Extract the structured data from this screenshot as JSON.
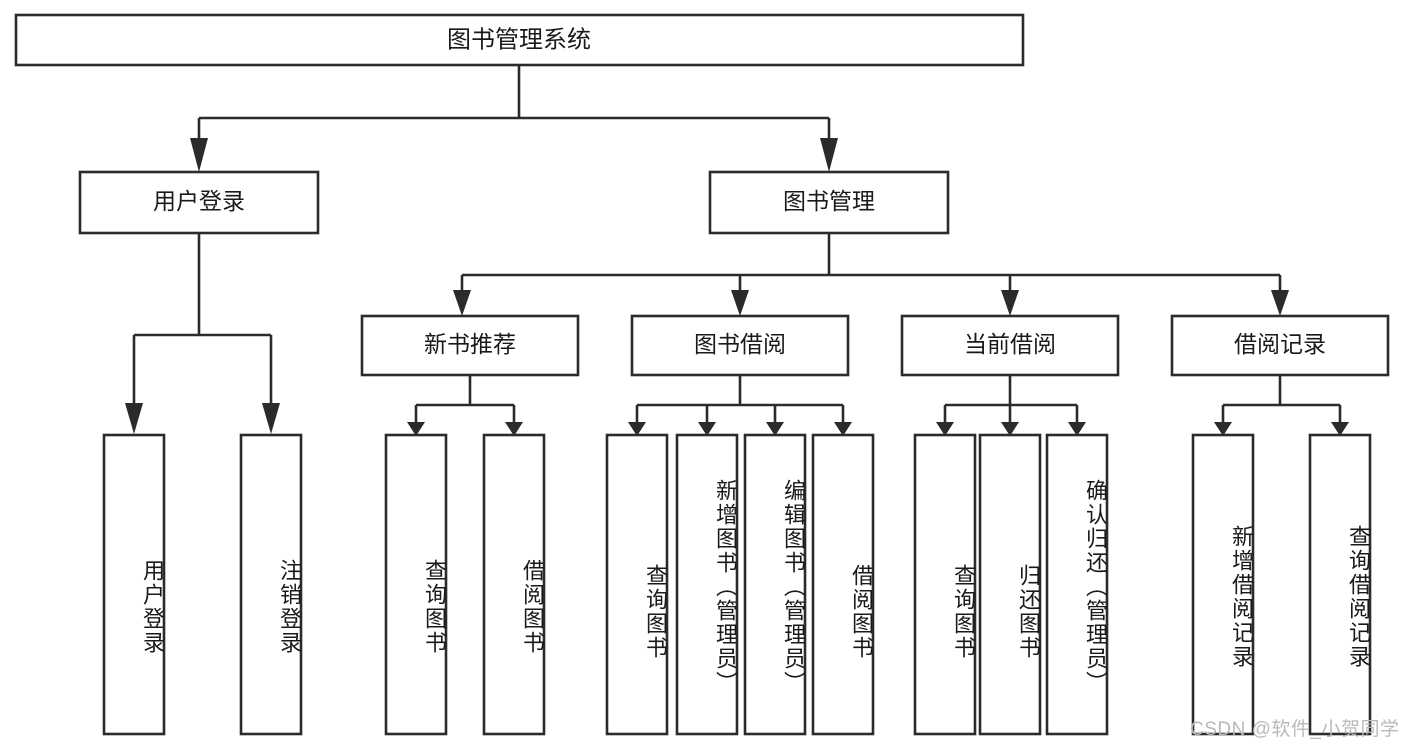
{
  "diagram": {
    "title": "图书管理系统",
    "type": "tree",
    "orientation": "top-down",
    "colors": {
      "stroke": "#2b2b2b",
      "box_fill": "#ffffff",
      "text": "#1a1a1a",
      "background": "#ffffff",
      "watermark": "#b9b9b9"
    },
    "root": {
      "label": "图书管理系统",
      "name": "node-root"
    },
    "level1": [
      {
        "label": "用户登录",
        "name": "node-user-login"
      },
      {
        "label": "图书管理",
        "name": "node-book-management"
      }
    ],
    "level2": [
      {
        "label": "新书推荐",
        "name": "node-new-book-recommend"
      },
      {
        "label": "图书借阅",
        "name": "node-book-borrow"
      },
      {
        "label": "当前借阅",
        "name": "node-current-borrow"
      },
      {
        "label": "借阅记录",
        "name": "node-borrow-record"
      }
    ],
    "leaves": {
      "user_login": [
        {
          "label": "用户登录",
          "name": "leaf-user-login"
        },
        {
          "label": "注销登录",
          "name": "leaf-logout"
        }
      ],
      "new_book_recommend": [
        {
          "label": "查询图书",
          "name": "leaf-query-book-1"
        },
        {
          "label": "借阅图书",
          "name": "leaf-borrow-book-1"
        }
      ],
      "book_borrow": [
        {
          "label": "查询图书",
          "name": "leaf-query-book-2"
        },
        {
          "label": "新增图书（管理员）",
          "name": "leaf-add-book-admin"
        },
        {
          "label": "编辑图书（管理员）",
          "name": "leaf-edit-book-admin"
        },
        {
          "label": "借阅图书",
          "name": "leaf-borrow-book-2"
        }
      ],
      "current_borrow": [
        {
          "label": "查询图书",
          "name": "leaf-query-book-3"
        },
        {
          "label": "归还图书",
          "name": "leaf-return-book"
        },
        {
          "label": "确认归还（管理员）",
          "name": "leaf-confirm-return-admin"
        }
      ],
      "borrow_record": [
        {
          "label": "新增借阅记录",
          "name": "leaf-add-borrow-record"
        },
        {
          "label": "查询借阅记录",
          "name": "leaf-query-borrow-record"
        }
      ]
    },
    "edges": [
      {
        "from": "图书管理系统",
        "to": "用户登录"
      },
      {
        "from": "图书管理系统",
        "to": "图书管理"
      },
      {
        "from": "用户登录",
        "to": "用户登录"
      },
      {
        "from": "用户登录",
        "to": "注销登录"
      },
      {
        "from": "图书管理",
        "to": "新书推荐"
      },
      {
        "from": "图书管理",
        "to": "图书借阅"
      },
      {
        "from": "图书管理",
        "to": "当前借阅"
      },
      {
        "from": "图书管理",
        "to": "借阅记录"
      },
      {
        "from": "新书推荐",
        "to": "查询图书"
      },
      {
        "from": "新书推荐",
        "to": "借阅图书"
      },
      {
        "from": "图书借阅",
        "to": "查询图书"
      },
      {
        "from": "图书借阅",
        "to": "新增图书（管理员）"
      },
      {
        "from": "图书借阅",
        "to": "编辑图书（管理员）"
      },
      {
        "from": "图书借阅",
        "to": "借阅图书"
      },
      {
        "from": "当前借阅",
        "to": "查询图书"
      },
      {
        "from": "当前借阅",
        "to": "归还图书"
      },
      {
        "from": "当前借阅",
        "to": "确认归还（管理员）"
      },
      {
        "from": "借阅记录",
        "to": "新增借阅记录"
      },
      {
        "from": "借阅记录",
        "to": "查询借阅记录"
      }
    ]
  },
  "watermark": {
    "text": "CSDN @软件_小贺同学"
  }
}
